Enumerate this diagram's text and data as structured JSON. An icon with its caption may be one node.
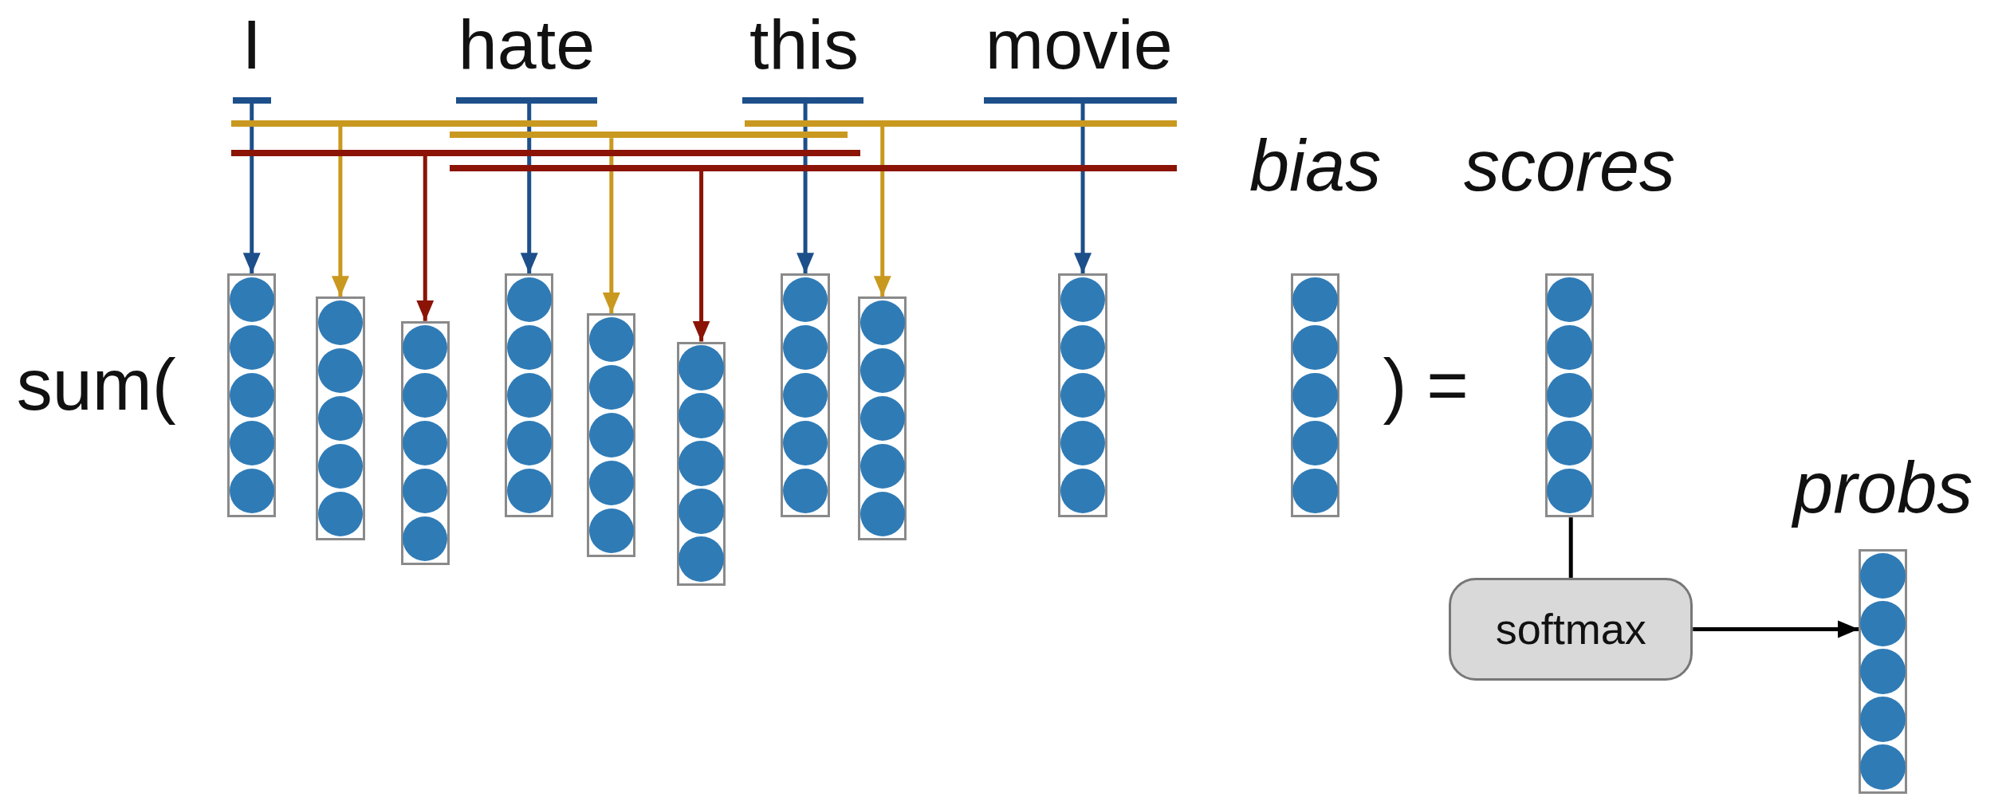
{
  "diagram": {
    "nodes": [
      {
        "text": [
          "I"
        ]
      },
      {
        "text": [
          "hate"
        ]
      },
      {
        "text": [
          "this"
        ]
      },
      {
        "text": [
          "movie"
        ]
      },
      {
        "text": [],
        "shape": "bar"
      },
      {
        "text": [],
        "shape": "bar"
      },
      {
        "text": [],
        "shape": "bar"
      },
      {
        "text": [],
        "shape": "bar"
      },
      {
        "text": [],
        "shape": "bar"
      },
      {
        "text": [],
        "shape": "bar"
      },
      {
        "text": [],
        "shape": "bar"
      },
      {
        "text": [],
        "shape": "bar"
      },
      {
        "text": [],
        "shape": "bar"
      },
      {
        "text": [],
        "shape": "box"
      },
      {
        "text": [],
        "shape": "box"
      },
      {
        "text": [],
        "shape": "box"
      },
      {
        "text": [],
        "shape": "box"
      },
      {
        "text": [],
        "shape": "box"
      },
      {
        "text": [],
        "shape": "box"
      },
      {
        "text": [],
        "shape": "box"
      },
      {
        "text": [],
        "shape": "box"
      },
      {
        "text": [],
        "shape": "box"
      },
      {
        "text": [],
        "shape": "box",
        "beside": [
          "bias"
        ]
      },
      {
        "text": [],
        "shape": "box",
        "beside": [
          "scores"
        ]
      },
      {
        "text": [
          "softmax"
        ]
      },
      {
        "text": [],
        "shape": "box",
        "beside": [
          "probs"
        ]
      }
    ],
    "edges": [
      {
        "from": 4,
        "to": 13,
        "arrow": "to",
        "color": "#1d4f8a"
      },
      {
        "from": 5,
        "to": 14,
        "arrow": "to",
        "color": "#c9991f"
      },
      {
        "from": 6,
        "to": 15,
        "arrow": "to",
        "color": "#8b1406"
      },
      {
        "from": 7,
        "to": 16,
        "arrow": "to",
        "color": "#1d4f8a"
      },
      {
        "from": 8,
        "to": 17,
        "arrow": "to",
        "color": "#c9991f"
      },
      {
        "from": 9,
        "to": 18,
        "arrow": "to",
        "color": "#8b1406"
      },
      {
        "from": 10,
        "to": 19,
        "arrow": "to",
        "color": "#1d4f8a"
      },
      {
        "from": 11,
        "to": 20,
        "arrow": "to",
        "color": "#c9991f"
      },
      {
        "from": 12,
        "to": 21,
        "arrow": "to",
        "color": "#1d4f8a"
      },
      {
        "from": 23,
        "to": 24,
        "arrow": "none",
        "color": "#000000"
      },
      {
        "from": 24,
        "to": 25,
        "arrow": "to",
        "color": "#000000"
      }
    ],
    "labels": [
      "sum(",
      ") ="
    ]
  }
}
